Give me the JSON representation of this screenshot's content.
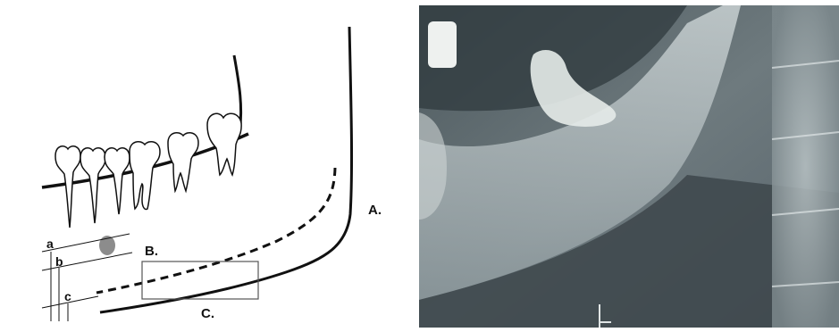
{
  "diagram": {
    "labels": {
      "A": "A.",
      "B": "B.",
      "C": "C.",
      "a": "a",
      "b": "b",
      "c": "c"
    },
    "colors": {
      "ink": "#111111",
      "lesion": "#8c8c8c",
      "box": "#555555"
    }
  },
  "xray": {
    "description_colors": {
      "background": "#5f6b70",
      "bone": "#b8c2c4",
      "crown": "#e8ecea",
      "shadow": "#3c464a"
    }
  }
}
